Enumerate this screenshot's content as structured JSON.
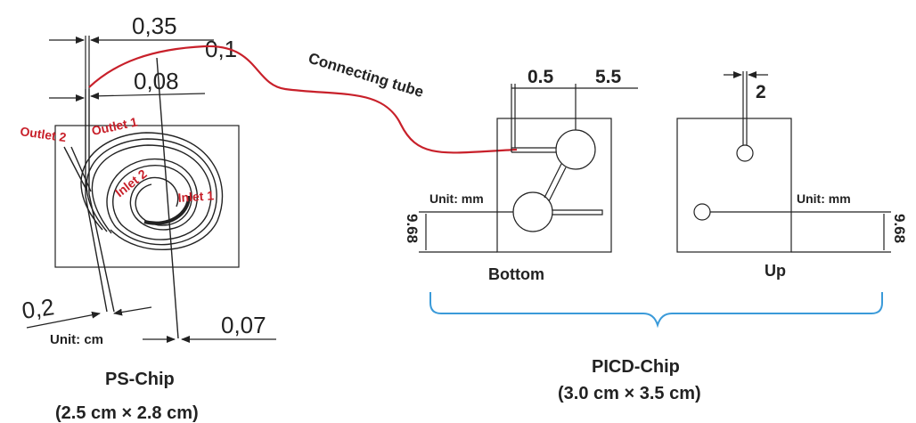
{
  "ps_chip": {
    "dims": {
      "d035": "0,35",
      "d01": "0,1",
      "d008": "0,08",
      "d02": "0,2",
      "d007": "0,07"
    },
    "unit": "Unit: cm",
    "outlet2": "Outlet 2",
    "outlet1": "Outlet 1",
    "inlet2": "Inlet 2",
    "inlet1": "Inlet 1",
    "name": "PS-Chip",
    "size": "(2.5 cm × 2.8 cm)"
  },
  "tube_label": "Connecting tube",
  "picd_chip": {
    "bottom": {
      "d05": "0.5",
      "d55": "5.5",
      "unit": "Unit: mm",
      "height": "9.68",
      "label": "Bottom"
    },
    "up": {
      "d2": "2",
      "unit": "Unit: mm",
      "height": "9.68",
      "label": "Up"
    },
    "name": "PICD-Chip",
    "size": "(3.0 cm × 3.5 cm)"
  },
  "colors": {
    "tube": "#c8202a",
    "brace": "#3a9ad9",
    "line": "#222222"
  }
}
